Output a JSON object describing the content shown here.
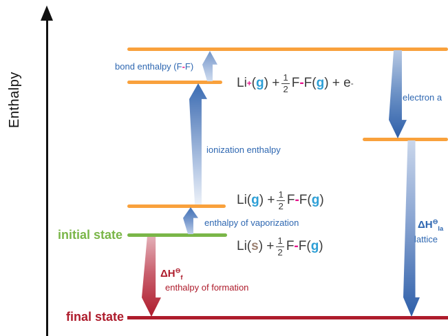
{
  "colors": {
    "orange": "#F9A13C",
    "green": "#7AB648",
    "red": "#AE1C2C",
    "blue": "#2E67B1",
    "cyan": "#2D9FD6",
    "magenta": "#E6148C",
    "ink": "#3B3B3B",
    "tan": "#9C8272",
    "arrow-blue-dark": "#2E5FA9",
    "arrow-blue-light": "#ECF1F8",
    "axis": "#111111"
  },
  "axis": {
    "label": "Enthalpy"
  },
  "states": {
    "initial": "initial state",
    "final": "final state"
  },
  "labels": {
    "bond": [
      {
        "text": "bond enthalpy (F",
        "color": "blue"
      },
      {
        "text": "-",
        "color": "magenta"
      },
      {
        "text": "F)",
        "color": "blue"
      }
    ],
    "ionization": "ionization enthalpy",
    "vaporization": "enthalpy of vaporization",
    "electron_affinity": "electron a",
    "formation_symbol": [
      {
        "text": "ΔH",
        "color": "red"
      },
      {
        "text": "⊖",
        "color": "red",
        "sup": true
      },
      {
        "text": "f",
        "color": "red",
        "sub": true
      }
    ],
    "formation": "enthalpy of formation",
    "lattice_symbol": [
      {
        "text": "ΔH",
        "color": "blue"
      },
      {
        "text": "⊖",
        "color": "blue",
        "sup": true
      },
      {
        "text": "la",
        "color": "blue",
        "sub": true
      }
    ],
    "lattice": "lattice"
  },
  "formulas": {
    "li_ion_gas": [
      {
        "text": "Li",
        "color": "ink"
      },
      {
        "text": "+",
        "color": "magenta",
        "sup": true
      },
      {
        "text": "(",
        "color": "ink"
      },
      {
        "text": "g",
        "color": "cyan"
      },
      {
        "text": ") + ",
        "color": "ink"
      },
      {
        "frac": [
          "1",
          "2"
        ]
      },
      {
        "text": " F",
        "color": "ink"
      },
      {
        "text": "-",
        "color": "magenta"
      },
      {
        "text": "F(",
        "color": "ink"
      },
      {
        "text": "g",
        "color": "cyan"
      },
      {
        "text": ") + e",
        "color": "ink"
      },
      {
        "text": "-",
        "color": "ink",
        "sup": true
      }
    ],
    "li_gas": [
      {
        "text": "Li(",
        "color": "ink"
      },
      {
        "text": "g",
        "color": "cyan"
      },
      {
        "text": ") + ",
        "color": "ink"
      },
      {
        "frac": [
          "1",
          "2"
        ]
      },
      {
        "text": " F",
        "color": "ink"
      },
      {
        "text": "-",
        "color": "magenta"
      },
      {
        "text": "F(",
        "color": "ink"
      },
      {
        "text": "g",
        "color": "cyan"
      },
      {
        "text": ")",
        "color": "ink"
      }
    ],
    "li_solid": [
      {
        "text": "Li(",
        "color": "ink"
      },
      {
        "text": "s",
        "color": "tan"
      },
      {
        "text": ") + ",
        "color": "ink"
      },
      {
        "frac": [
          "1",
          "2"
        ]
      },
      {
        "text": " F",
        "color": "ink"
      },
      {
        "text": "-",
        "color": "magenta"
      },
      {
        "text": "F(",
        "color": "ink"
      },
      {
        "text": "g",
        "color": "cyan"
      },
      {
        "text": ")",
        "color": "ink"
      }
    ]
  }
}
